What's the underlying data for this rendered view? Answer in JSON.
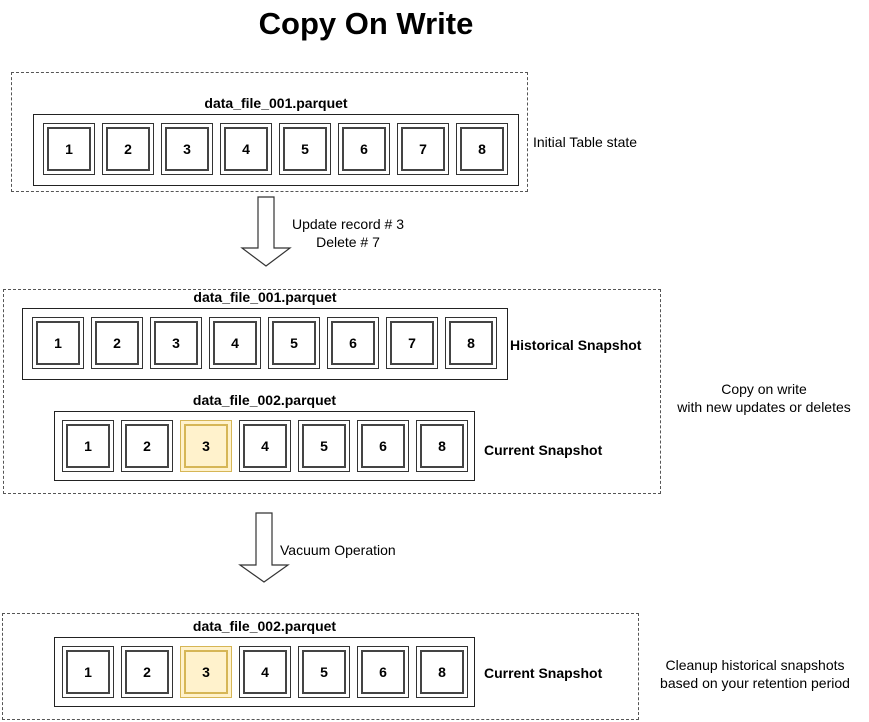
{
  "title": "Copy On Write",
  "stage1": {
    "file": "data_file_001.parquet",
    "records": [
      "1",
      "2",
      "3",
      "4",
      "5",
      "6",
      "7",
      "8"
    ],
    "label": "Initial Table state"
  },
  "arrow1": {
    "line1": "Update record # 3",
    "line2": "Delete # 7"
  },
  "stage2": {
    "historical": {
      "file": "data_file_001.parquet",
      "records": [
        "1",
        "2",
        "3",
        "4",
        "5",
        "6",
        "7",
        "8"
      ],
      "label": "Historical Snapshot"
    },
    "current": {
      "file": "data_file_002.parquet",
      "records": [
        "1",
        "2",
        "3",
        "4",
        "5",
        "6",
        "8"
      ],
      "label": "Current Snapshot",
      "highlight": "3"
    },
    "note_line1": "Copy on write",
    "note_line2": "with new updates or deletes"
  },
  "arrow2": {
    "label": "Vacuum Operation"
  },
  "stage3": {
    "file": "data_file_002.parquet",
    "records": [
      "1",
      "2",
      "3",
      "4",
      "5",
      "6",
      "8"
    ],
    "label": "Current Snapshot",
    "highlight": "3",
    "note_line1": "Cleanup historical snapshots",
    "note_line2": "based on your retention period"
  },
  "colors": {
    "highlight_fill": "#fff2cc",
    "highlight_stroke": "#d6b656",
    "border": "#333333"
  }
}
